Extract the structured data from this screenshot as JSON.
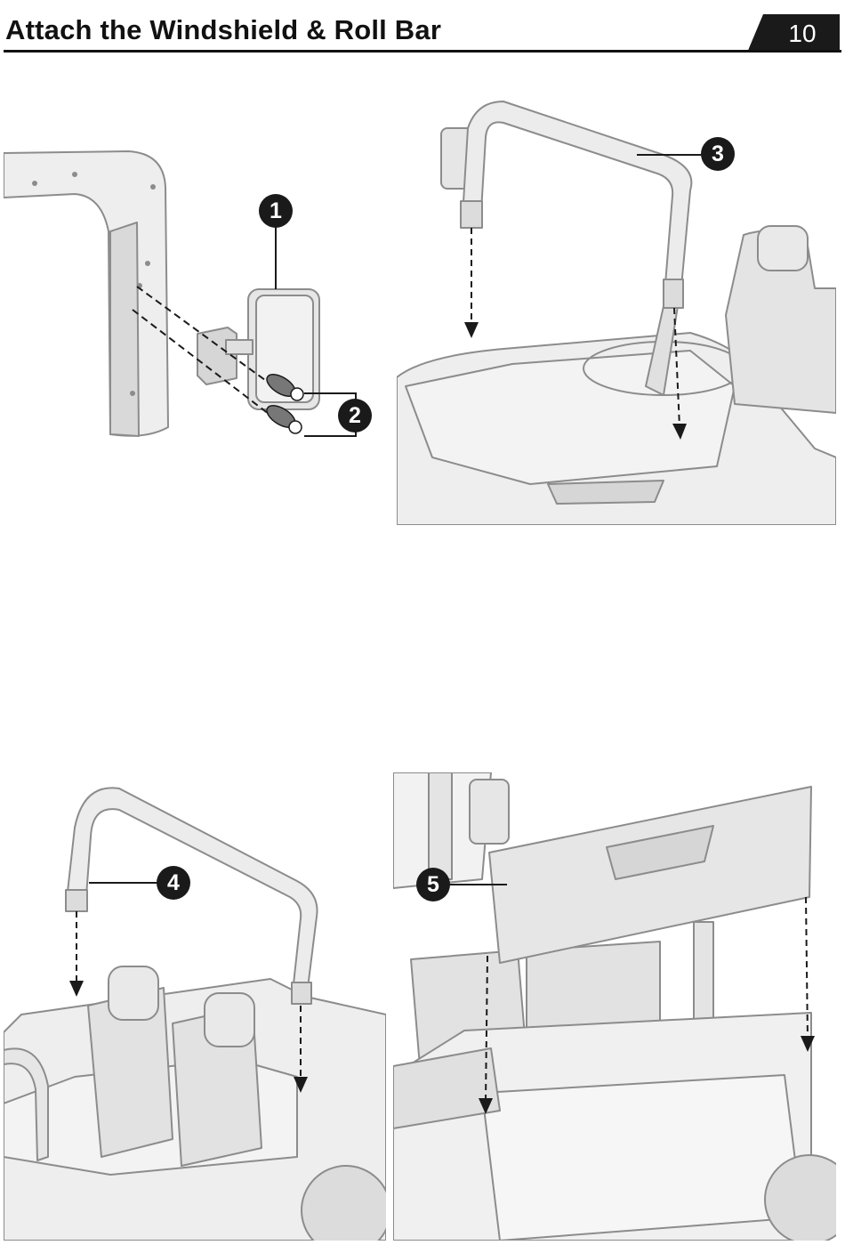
{
  "header": {
    "title": "Attach the Windshield & Roll Bar",
    "page_number": "10"
  },
  "callouts": {
    "c1": "1",
    "c2": "2",
    "c3": "3",
    "c4": "4",
    "c5": "5"
  },
  "colors": {
    "line": "#8c8c8c",
    "fill": "#eeeeee",
    "shade": "#d6d6d6",
    "dark": "#1a1a1a"
  }
}
